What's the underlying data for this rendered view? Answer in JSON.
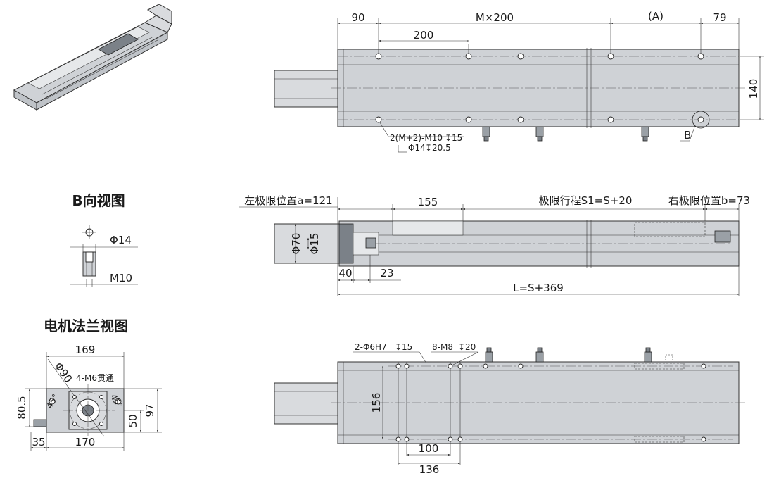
{
  "top_view": {
    "dim_left": "90",
    "dim_pitch_total": "M×200",
    "dim_pitch": "200",
    "dim_a": "(A)",
    "dim_right": "79",
    "dim_height": "140",
    "callout_holes": "2(M+2)-M10",
    "callout_holes_depth": "15",
    "callout_cbore": "Φ14",
    "callout_cbore_depth": "20.5",
    "callout_b": "B"
  },
  "b_view": {
    "title": "B向视图",
    "dia": "Φ14",
    "thread": "M10"
  },
  "side_view": {
    "left_limit": "左极限位置a=121",
    "carriage": "155",
    "stroke": "极限行程S1=S+20",
    "right_limit": "右极限位置b=73",
    "dia_70": "Φ70",
    "dia_15": "Φ15",
    "dim_40": "40",
    "dim_23": "23",
    "length": "L=S+369"
  },
  "flange_view": {
    "title": "电机法兰视图",
    "w_169": "169",
    "pcd_90": "Φ90",
    "holes": "4-M6贯通",
    "angle_left": "45°",
    "angle_right": "45°",
    "h_80_5": "80.5",
    "h_50": "50",
    "h_97": "97",
    "w_35": "35",
    "w_170": "170"
  },
  "bottom_view": {
    "pin_holes": "2-Φ6H7",
    "pin_depth": "15",
    "thread_holes": "8-M8",
    "thread_depth": "20",
    "h_156": "156",
    "w_100": "100",
    "w_136": "136"
  }
}
